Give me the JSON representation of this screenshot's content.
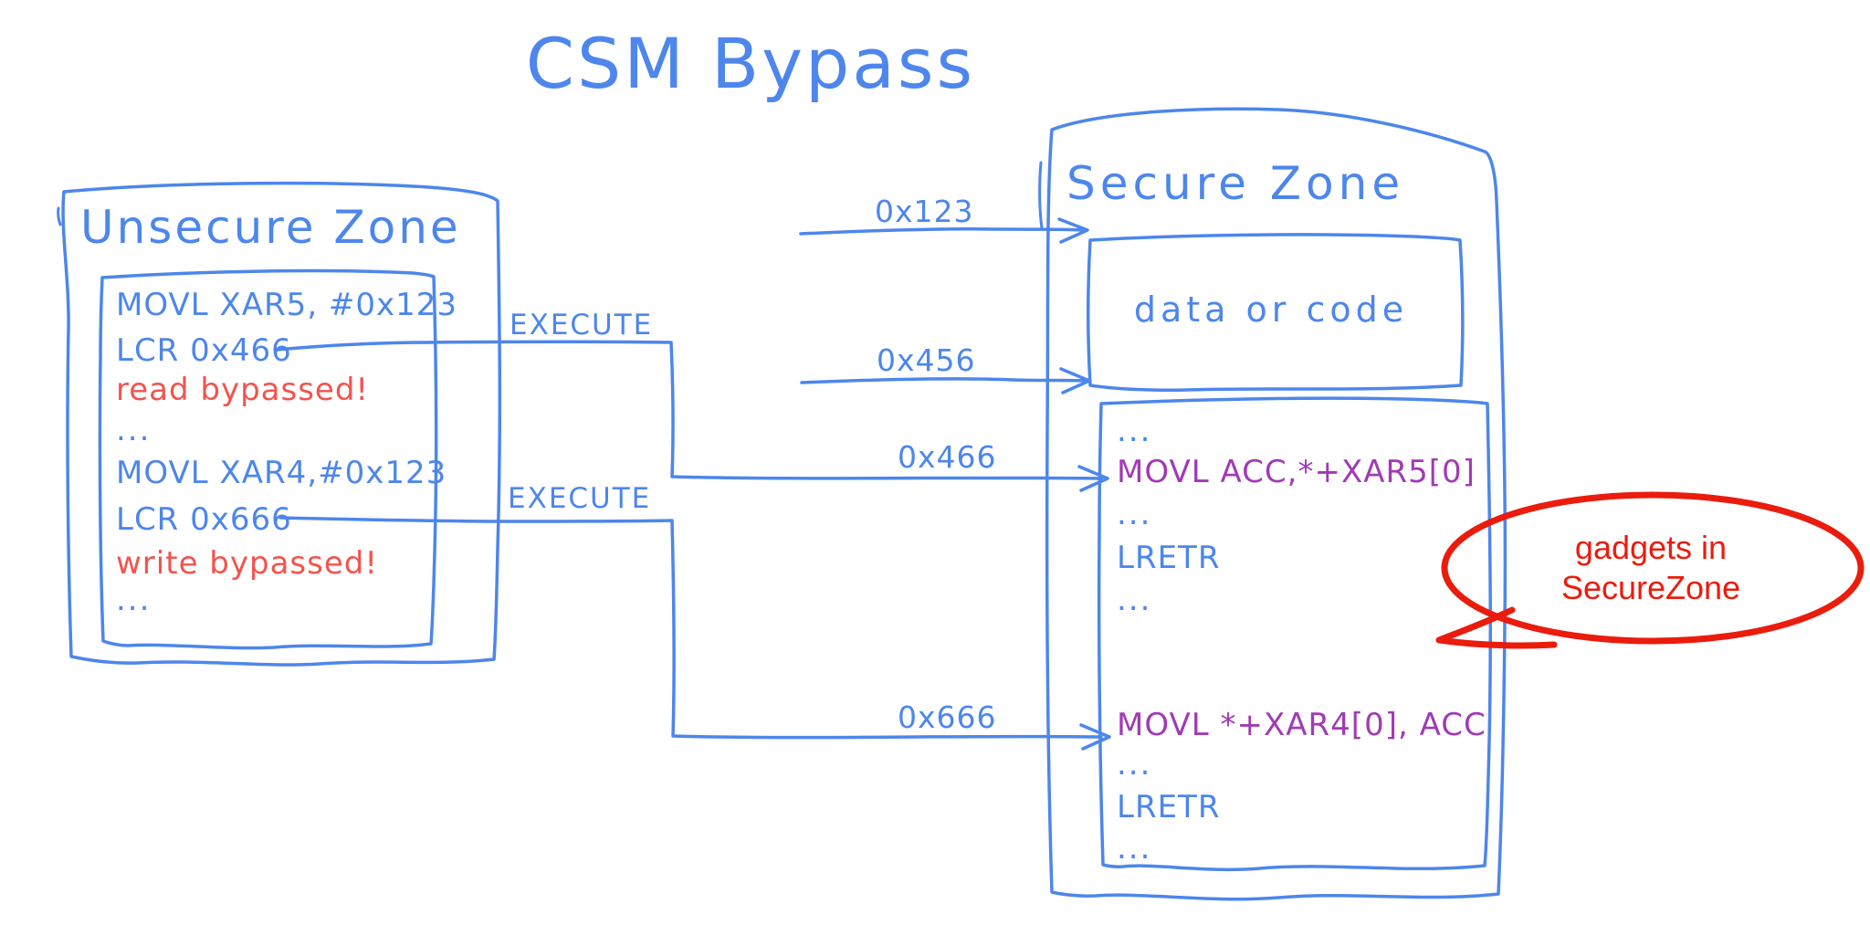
{
  "title": "CSM Bypass",
  "colors": {
    "blue": "#4d86ec",
    "red": "#f4534e",
    "bubble_red": "#ea1c0d",
    "purple": "#a13ab5"
  },
  "unsecure_zone": {
    "label": "Unsecure Zone",
    "code_lines": [
      {
        "text": "MOVL XAR5, #0x123"
      },
      {
        "text": "LCR 0x466"
      },
      {
        "text": "read bypassed!"
      },
      {
        "text": "..."
      },
      {
        "text": "MOVL XAR4,#0x123"
      },
      {
        "text": "LCR 0x666"
      },
      {
        "text": "write bypassed!"
      },
      {
        "text": "..."
      }
    ]
  },
  "secure_zone": {
    "label": "Secure Zone",
    "data_box_label": "data or code",
    "gadget_lines": [
      {
        "text": "..."
      },
      {
        "text": "MOVL ACC,*+XAR5[0]"
      },
      {
        "text": "..."
      },
      {
        "text": "LRETR"
      },
      {
        "text": "..."
      },
      {
        "text": "MOVL *+XAR4[0], ACC"
      },
      {
        "text": "..."
      },
      {
        "text": "LRETR"
      },
      {
        "text": "..."
      }
    ]
  },
  "arrows": {
    "x123": "0x123",
    "x456": "0x456",
    "x466": "0x466",
    "x666": "0x666"
  },
  "execute_labels": {
    "top": "EXECUTE",
    "bottom": "EXECUTE"
  },
  "callout": {
    "line1": "gadgets in",
    "line2": "SecureZone"
  }
}
